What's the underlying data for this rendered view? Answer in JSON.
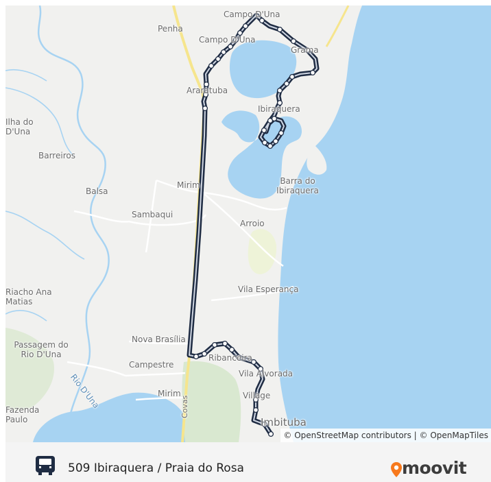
{
  "map": {
    "places": [
      {
        "id": "campo-duna-north",
        "label": "Campo D'Una"
      },
      {
        "id": "penha",
        "label": "Penha"
      },
      {
        "id": "campo-duna-lake",
        "label": "Campo D'Una"
      },
      {
        "id": "grama",
        "label": "Grama"
      },
      {
        "id": "araratuba",
        "label": "Araratuba"
      },
      {
        "id": "ilha-do-duna",
        "label": "Ilha do D'Una"
      },
      {
        "id": "ibiraquera",
        "label": "Ibiraquera"
      },
      {
        "id": "barreiros",
        "label": "Barreiros"
      },
      {
        "id": "balsa",
        "label": "Balsa"
      },
      {
        "id": "mirim-north",
        "label": "Mirim"
      },
      {
        "id": "barra-do-ibiraquera",
        "label": "Barra do Ibiraquera"
      },
      {
        "id": "sambaqui",
        "label": "Sambaqui"
      },
      {
        "id": "arroio",
        "label": "Arroio"
      },
      {
        "id": "vila-esperanca",
        "label": "Vila Esperança"
      },
      {
        "id": "riacho-ana-matias",
        "label": "Riacho Ana Matias"
      },
      {
        "id": "nova-brasilia",
        "label": "Nova Brasília"
      },
      {
        "id": "passagem-do-rio-duna",
        "label": "Passagem do Rio D'Una"
      },
      {
        "id": "campestre",
        "label": "Campestre"
      },
      {
        "id": "ribanceira",
        "label": "Ribanceira"
      },
      {
        "id": "vila-alvorada",
        "label": "Vila Alvorada"
      },
      {
        "id": "rio-duna",
        "label": "Rio D'Una"
      },
      {
        "id": "mirim-south",
        "label": "Mirim"
      },
      {
        "id": "village",
        "label": "Village"
      },
      {
        "id": "fazenda-paulo",
        "label": "Fazenda Paulo"
      },
      {
        "id": "imbituba",
        "label": "Imbituba"
      },
      {
        "id": "covas",
        "label": "Covas"
      }
    ],
    "attribution": "© OpenStreetMap contributors | © OpenMapTiles",
    "colors": {
      "water": "#a7d3f2",
      "land": "#f1f1ef",
      "route": "#1f2c43",
      "highway": "#f6e58d"
    }
  },
  "footer": {
    "route_label": "509 Ibiraquera / Praia do Rosa",
    "icon": "bus-icon",
    "brand": "moovit",
    "brand_color": "#f7791c"
  }
}
